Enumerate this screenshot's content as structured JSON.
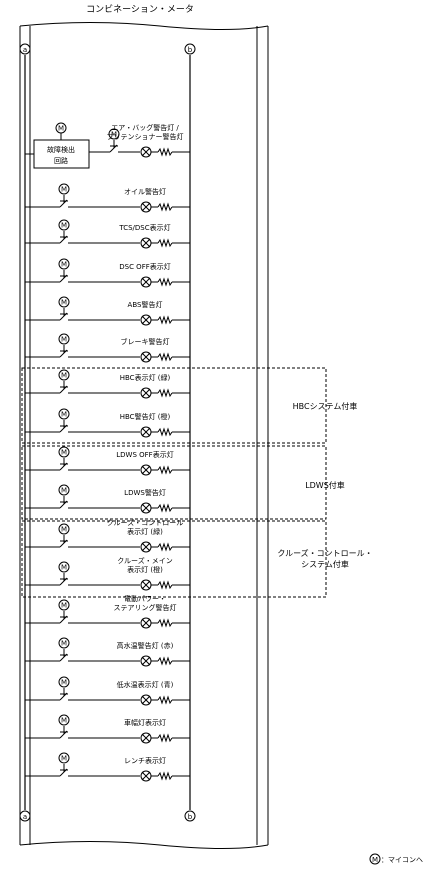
{
  "title": "コンビネーション・メータ",
  "bus_left": "a",
  "bus_right": "b",
  "legend": {
    "symbol": "M",
    "text": "：マイコンへ"
  },
  "fault_box": {
    "line1": "故障検出",
    "line2": "回路"
  },
  "lamps": [
    {
      "id": "airbag",
      "lines": [
        "エア・バッグ警告灯 /",
        "プリテンショナー警告灯"
      ]
    },
    {
      "id": "oil",
      "lines": [
        "オイル警告灯"
      ]
    },
    {
      "id": "tcs",
      "lines": [
        "TCS/DSC表示灯"
      ]
    },
    {
      "id": "dscoff",
      "lines": [
        "DSC OFF表示灯"
      ]
    },
    {
      "id": "abs",
      "lines": [
        "ABS警告灯"
      ]
    },
    {
      "id": "brake",
      "lines": [
        "ブレーキ警告灯"
      ]
    },
    {
      "id": "hbc1",
      "lines": [
        "HBC表示灯 (緑)"
      ]
    },
    {
      "id": "hbc2",
      "lines": [
        "HBC警告灯 (橙)"
      ]
    },
    {
      "id": "ldws1",
      "lines": [
        "LDWS OFF表示灯"
      ]
    },
    {
      "id": "ldws2",
      "lines": [
        "LDWS警告灯"
      ]
    },
    {
      "id": "cruise1",
      "lines": [
        "クルーズ・コントロール",
        "表示灯 (緑)"
      ]
    },
    {
      "id": "cruise2",
      "lines": [
        "クルーズ・メイン",
        "表示灯 (橙)"
      ]
    },
    {
      "id": "eps",
      "lines": [
        "電動パワー・",
        "ステアリング警告灯"
      ]
    },
    {
      "id": "hitemp",
      "lines": [
        "高水温警告灯 (赤)"
      ]
    },
    {
      "id": "lotemp",
      "lines": [
        "低水温表示灯 (青)"
      ]
    },
    {
      "id": "width",
      "lines": [
        "車幅灯表示灯"
      ]
    },
    {
      "id": "lens",
      "lines": [
        "レンチ表示灯"
      ]
    }
  ],
  "groups": [
    {
      "id": "hbc",
      "label_lines": [
        "HBCシステム付車"
      ]
    },
    {
      "id": "ldws",
      "label_lines": [
        "LDWS付車"
      ]
    },
    {
      "id": "cruise",
      "label_lines": [
        "クルーズ・コントロール・",
        "システム付車"
      ]
    }
  ]
}
